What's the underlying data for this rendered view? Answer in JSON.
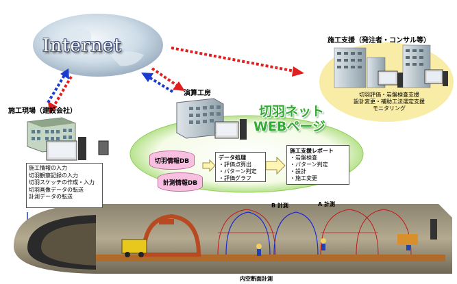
{
  "internet": {
    "label": "Internet"
  },
  "construction_site": {
    "title": "施工現場（建設会社）",
    "items": [
      "施工情報の入力",
      "切羽観察記録の入力",
      "切羽スケッチの作成・入力",
      "切羽画像データの転送",
      "計測データの転送"
    ]
  },
  "support": {
    "title": "施工支援（発注者・コンサル等）",
    "items": [
      "切羽評価・岩盤検査支援",
      "設計変更・補助工法選定支援",
      "モニタリング"
    ]
  },
  "compute": {
    "title": "演算工房"
  },
  "web": {
    "title_line1": "切羽ネット",
    "title_line2": "WEBページ"
  },
  "databases": {
    "kiriha": "切羽情報DB",
    "keisoku": "計測情報DB"
  },
  "data_processing": {
    "title": "データ処理",
    "items": [
      "・評価点算出",
      "・パターン判定",
      "・評価グラフ"
    ]
  },
  "report": {
    "title": "施工支援レポート",
    "items": [
      "・岩盤検査",
      "・パターン判定",
      "・設計",
      "・施工変更"
    ]
  },
  "tunnel": {
    "b_label": "B 計測",
    "a_label": "A 計測",
    "inner_label": "内空断面計測"
  },
  "colors": {
    "arrow_red": "#e02020",
    "arrow_blue": "#1a3ad0",
    "web_green": "#33aa33",
    "db_pink": "#f7c0e0"
  }
}
